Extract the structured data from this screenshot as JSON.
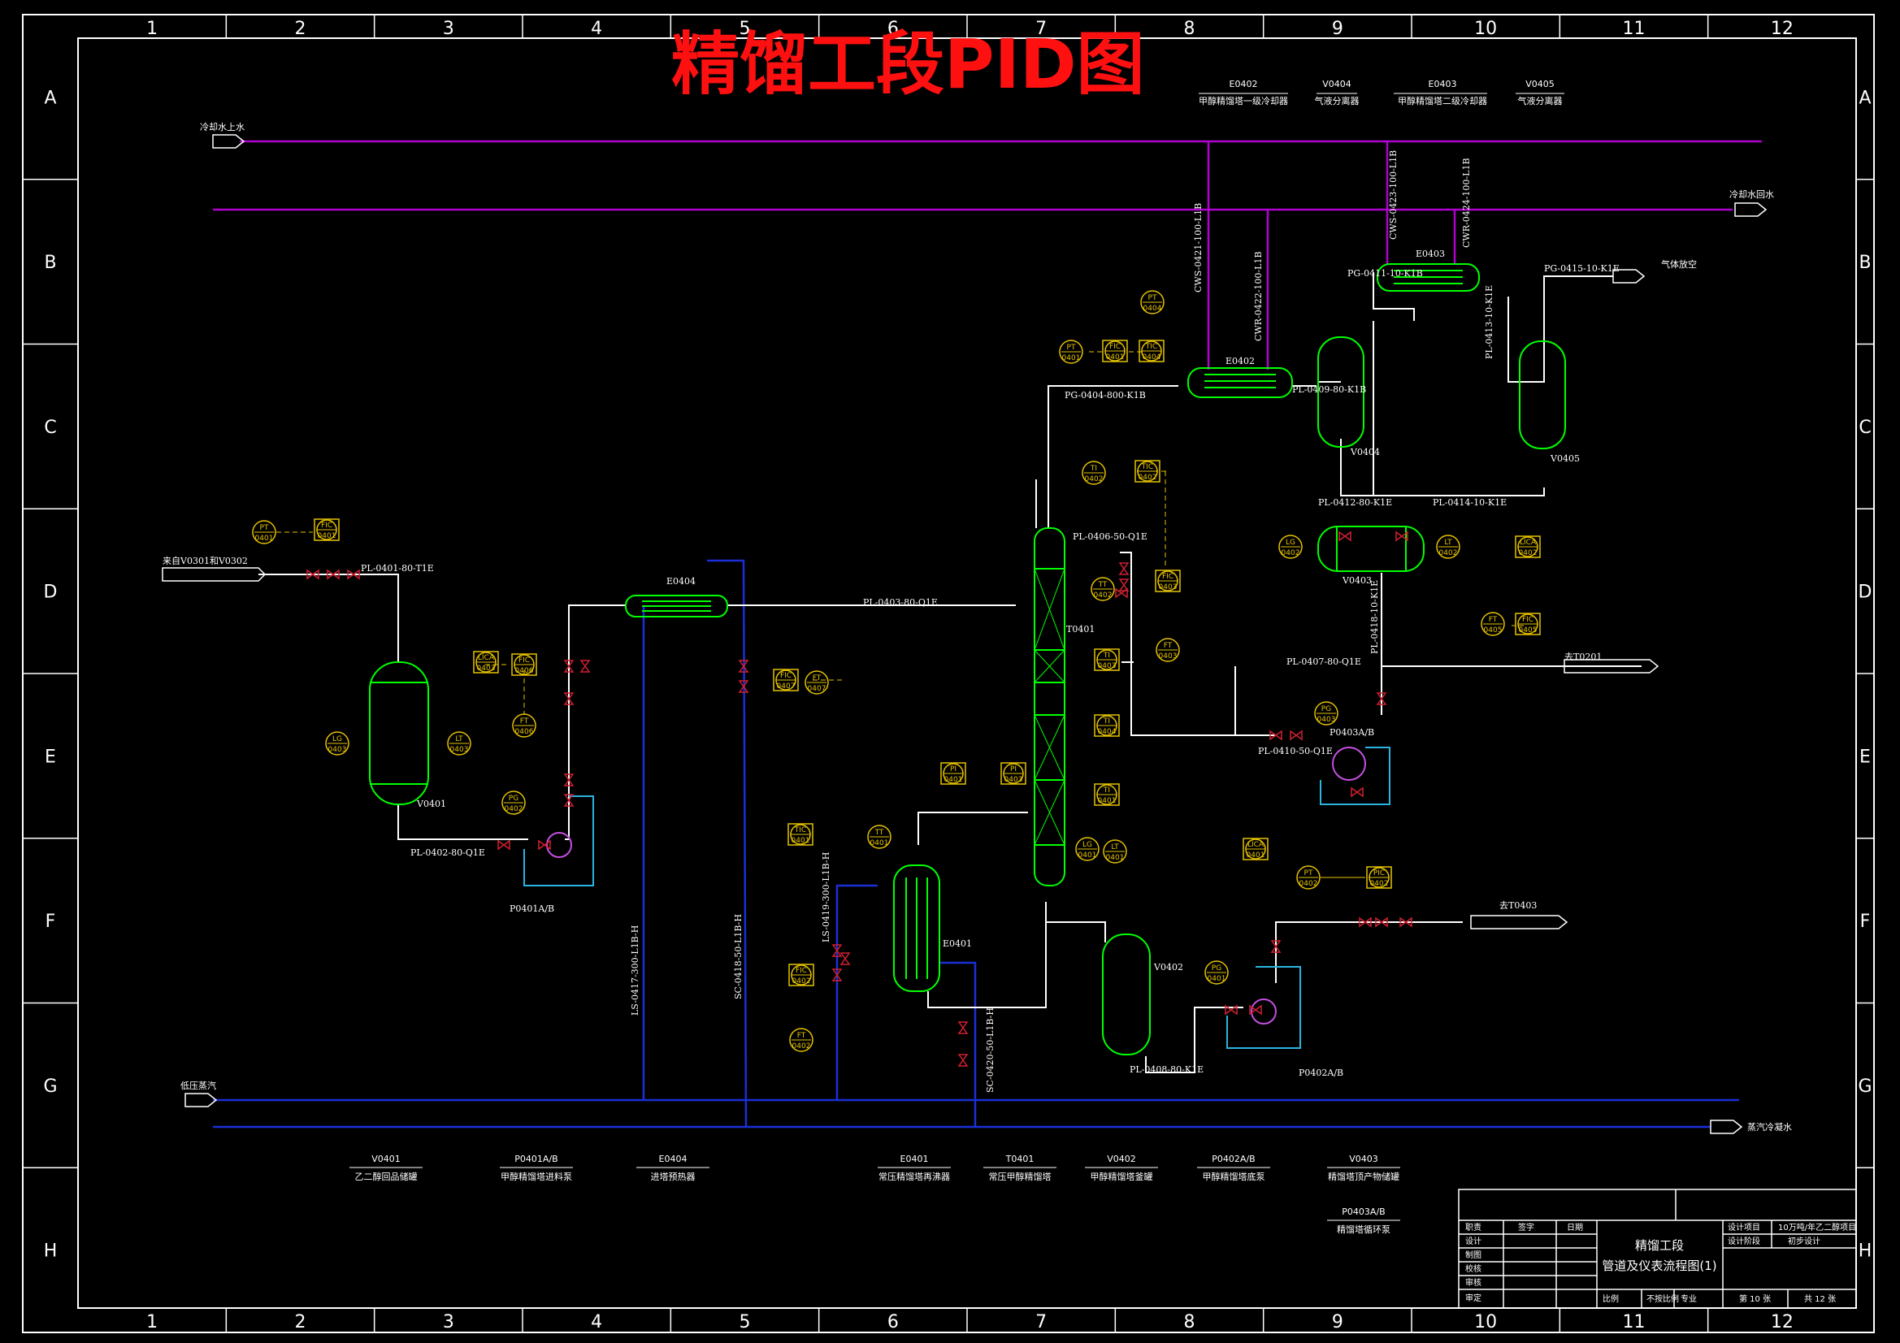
{
  "title": "精馏工段PID图",
  "grid": {
    "columns": [
      "1",
      "2",
      "3",
      "4",
      "5",
      "6",
      "7",
      "8",
      "9",
      "10",
      "11",
      "12"
    ],
    "rows": [
      "A",
      "B",
      "C",
      "D",
      "E",
      "F",
      "G",
      "H"
    ]
  },
  "top_equipment_legend": [
    {
      "tag": "E0402",
      "desc": "甲醇精馏塔一级冷却器"
    },
    {
      "tag": "V0404",
      "desc": "气液分离器"
    },
    {
      "tag": "E0403",
      "desc": "甲醇精馏塔二级冷却器"
    },
    {
      "tag": "V0405",
      "desc": "气液分离器"
    }
  ],
  "stream_labels": {
    "cw_supply": "冷却水上水",
    "cw_return": "冷却水回水",
    "feed_in": "来自V0301和V0302",
    "low_steam": "低压蒸汽",
    "condensate": "蒸汽冷凝水",
    "gas_vent": "气体放空",
    "to_t0201": "去T0201",
    "to_t0403": "去T0403"
  },
  "line_numbers": {
    "pl0401": "PL-0401-80-T1E",
    "pl0402": "PL-0402-80-Q1E",
    "pl0403": "PL-0403-80-Q1E",
    "pg0404": "PG-0404-800-K1B",
    "pl0406": "PL-0406-50-Q1E",
    "pl0407": "PL-0407-80-Q1E",
    "pl0409": "PL-0409-80-K1B",
    "pl0410": "PL-0410-50-Q1E",
    "pg0411": "PG-0411-10-K1B",
    "pl0412": "PL-0412-80-K1E",
    "pl0413": "PL-0413-10-K1E",
    "pl0414": "PL-0414-10-K1E",
    "pg0415": "PG-0415-10-K1E",
    "pl0418": "PL-0418-10-K1E",
    "pl0408": "PL-0408-80-K1E",
    "cws0421": "CWS-0421-100-L1B",
    "cwr0422": "CWR-0422-100-L1B",
    "cws0423": "CWS-0423-100-L1B",
    "cwr0424": "CWR-0424-100-L1B",
    "ls0417": "LS-0417-300-L1B-H",
    "sc0418": "SC-0418-50-L1B-H",
    "ls0419": "LS-0419-300-L1B-H",
    "sc0420": "SC-0420-50-L1B-H"
  },
  "equipment_tags": {
    "v0401": "V0401",
    "p0401": "P0401A/B",
    "e0404": "E0404",
    "t0401": "T0401",
    "e0401": "E0401",
    "v0402": "V0402",
    "p0402": "P0402A/B",
    "e0402": "E0402",
    "e0403": "E0403",
    "v0404": "V0404",
    "v0405": "V0405",
    "v0403": "V0403",
    "p0403": "P0403A/B"
  },
  "instruments": [
    {
      "id": "pt0401a",
      "l1": "PT",
      "l2": "0401"
    },
    {
      "id": "fic0401a",
      "l1": "FIC",
      "l2": "0401"
    },
    {
      "id": "lica0403",
      "l1": "LICA",
      "l2": "0403"
    },
    {
      "id": "fic0406",
      "l1": "FIC",
      "l2": "0406"
    },
    {
      "id": "lg0403",
      "l1": "LG",
      "l2": "0403"
    },
    {
      "id": "lt0403",
      "l1": "LT",
      "l2": "0403"
    },
    {
      "id": "ft0406",
      "l1": "FT",
      "l2": "0406"
    },
    {
      "id": "pg0402",
      "l1": "PG",
      "l2": "0402"
    },
    {
      "id": "fic0407",
      "l1": "FIC",
      "l2": "0407"
    },
    {
      "id": "ft0407",
      "l1": "FT",
      "l2": "0407"
    },
    {
      "id": "pt0401b",
      "l1": "PT",
      "l2": "0401"
    },
    {
      "id": "fic0401b",
      "l1": "FIC",
      "l2": "0401"
    },
    {
      "id": "tic0404",
      "l1": "TIC",
      "l2": "0404"
    },
    {
      "id": "pt0404",
      "l1": "PT",
      "l2": "0404"
    },
    {
      "id": "ti0402",
      "l1": "TI",
      "l2": "0402"
    },
    {
      "id": "tic0402",
      "l1": "TIC",
      "l2": "0402"
    },
    {
      "id": "tt0402",
      "l1": "TT",
      "l2": "0402"
    },
    {
      "id": "fic0403",
      "l1": "FIC",
      "l2": "0403"
    },
    {
      "id": "ft0403",
      "l1": "FT",
      "l2": "0403"
    },
    {
      "id": "ti0403",
      "l1": "TI",
      "l2": "0403"
    },
    {
      "id": "ti0404",
      "l1": "TI",
      "l2": "0404"
    },
    {
      "id": "ti0401",
      "l1": "TI",
      "l2": "0401"
    },
    {
      "id": "pi0401",
      "l1": "PI",
      "l2": "0401"
    },
    {
      "id": "pi0403",
      "l1": "PI",
      "l2": "0403"
    },
    {
      "id": "tic0401",
      "l1": "TIC",
      "l2": "0401"
    },
    {
      "id": "tt0401",
      "l1": "TT",
      "l2": "0401"
    },
    {
      "id": "lg0401",
      "l1": "LG",
      "l2": "0401"
    },
    {
      "id": "lt0401",
      "l1": "LT",
      "l2": "0401"
    },
    {
      "id": "lica0401",
      "l1": "LICA",
      "l2": "0401"
    },
    {
      "id": "pt0402",
      "l1": "PT",
      "l2": "0402"
    },
    {
      "id": "pic0402",
      "l1": "PIC",
      "l2": "0402"
    },
    {
      "id": "pg0401",
      "l1": "PG",
      "l2": "0401"
    },
    {
      "id": "fic0402",
      "l1": "FIC",
      "l2": "0402"
    },
    {
      "id": "ft0402",
      "l1": "FT",
      "l2": "0402"
    },
    {
      "id": "lg0402",
      "l1": "LG",
      "l2": "0402"
    },
    {
      "id": "lt0402",
      "l1": "LT",
      "l2": "0402"
    },
    {
      "id": "lica0402",
      "l1": "LICA",
      "l2": "0402"
    },
    {
      "id": "ft0405",
      "l1": "FT",
      "l2": "0405"
    },
    {
      "id": "fic0405",
      "l1": "FIC",
      "l2": "0405"
    },
    {
      "id": "pg0403",
      "l1": "PG",
      "l2": "0403"
    }
  ],
  "bottom_legend": [
    {
      "tag": "V0401",
      "desc": "乙二醇回品储罐"
    },
    {
      "tag": "P0401A/B",
      "desc": "甲醇精馏塔进料泵"
    },
    {
      "tag": "E0404",
      "desc": "进塔预热器"
    },
    {
      "tag": "E0401",
      "desc": "常压精馏塔再沸器"
    },
    {
      "tag": "T0401",
      "desc": "常压甲醇精馏塔"
    },
    {
      "tag": "V0402",
      "desc": "甲醇精馏塔釜罐"
    },
    {
      "tag": "P0402A/B",
      "desc": "甲醇精馏塔底泵"
    },
    {
      "tag": "V0403",
      "desc": "精馏塔顶产物储罐"
    },
    {
      "tag": "P0403A/B",
      "desc": "精馏塔循环泵"
    }
  ],
  "title_block": {
    "h_zhiye": "职责",
    "h_qianzi": "签字",
    "h_riqi": "日期",
    "rows": [
      "设计",
      "制图",
      "校核",
      "审核",
      "审定"
    ],
    "name1": "精馏工段",
    "name2": "管道及仪表流程图(1)",
    "proj_label": "设计项目",
    "proj_value": "10万吨/年乙二醇项目",
    "stage_label": "设计阶段",
    "stage_value": "初步设计",
    "scale": "比例",
    "scale_value": "不按比例",
    "major": "专业",
    "sheet": "第 10 张",
    "total": "共 12 张"
  }
}
